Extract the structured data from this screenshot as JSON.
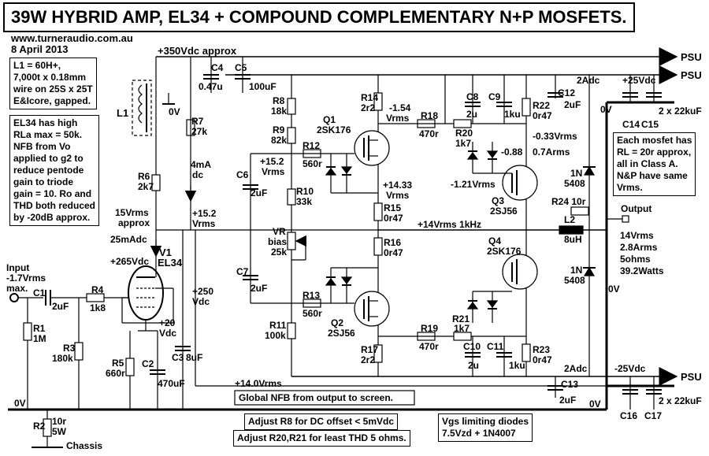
{
  "title": "39W HYBRID AMP, EL34 + COMPOUND COMPLEMENTARY N+P MOSFETS.",
  "website": "www.turneraudio.com.au",
  "date": "8 April 2013",
  "notes": {
    "l1_lines": [
      "L1 = 60H+,",
      "7,000t x  0.18mm",
      "wire on 25S x 25T",
      "E&Icore, gapped."
    ],
    "el34_lines": [
      "EL34 has high",
      "RLa max = 50k.",
      "NFB from Vo",
      "applied to g2 to",
      "reduce pentode",
      "gain to triode",
      "gain = 10. Ro and",
      "THD both reduced",
      "by -20dB approx."
    ],
    "mosfet_lines": [
      "Each mosfet has",
      "RL = 20r approx,",
      "all in Class A.",
      "N&P have same",
      "Vrms."
    ],
    "output_lines": [
      "14Vrms",
      "2.8Arms",
      "5ohms",
      "39.2Watts"
    ],
    "global_nfb": "Global NFB from  output to screen.",
    "adjust_r8": "Adjust R8 for DC offset < 5mVdc",
    "adjust_r20": "Adjust R20,R21 for least THD 5 ohms.",
    "vgs_lines": [
      "Vgs limiting diodes",
      "7.5Vzd + 1N4007"
    ]
  },
  "rails": {
    "hv": "+350Vdc approx",
    "pos": "+25Vdc",
    "neg": "-25Vdc",
    "psu": "PSU",
    "zero_v": "0V",
    "chassis": "Chassis",
    "current_top": "2Adc",
    "current_bot": "2Adc"
  },
  "input": {
    "label": "Input",
    "level": "-1.7Vrms",
    "max": "max."
  },
  "output": {
    "label": "Output"
  },
  "components": {
    "L1": "L1",
    "L1_zero": "0V",
    "C4": "C4",
    "C4_val": "0.47u",
    "C5": "C5",
    "C5_val": "100uF",
    "R7": "R7",
    "R7_val": "27k",
    "R6": "R6",
    "R6_val": "2k7",
    "R8": "R8",
    "R8_val": "18k",
    "R9": "R9",
    "R9_val": "82k",
    "R10": "R10",
    "R10_val": "33k",
    "R11": "R11",
    "R11_val": "100k",
    "R12": "R12",
    "R12_val": "560r",
    "R13": "R13",
    "R13_val": "560r",
    "R14": "R14",
    "R14_val": "2r2",
    "R15": "R15",
    "R15_val": "0r47",
    "R16": "R16",
    "R16_val": "0r47",
    "R17": "R17",
    "R17_val": "2r2",
    "R18": "R18",
    "R18_val": "470r",
    "R19": "R19",
    "R19_val": "470r",
    "R20": "R20",
    "R20_val": "1k7",
    "R21": "R21",
    "R21_val": "1k7",
    "R22": "R22",
    "R22_val": "0r47",
    "R23": "R23",
    "R23_val": "0r47",
    "R24": "R24 10r",
    "L2": "L2",
    "L2_val": "8uH",
    "C6": "C6",
    "C6_val": "2uF",
    "C7": "C7",
    "C7_val": "2uF",
    "C8": "C8",
    "C8_val": "2u",
    "C9": "C9",
    "C9_val": "1ku",
    "C10": "C10",
    "C10_val": "2u",
    "C11": "C11",
    "C11_val": "1ku",
    "C12": "C12",
    "C12_val": "2uF",
    "C13": "C13",
    "C13_val": "2uF",
    "C14": "C14",
    "C15": "C15",
    "C14_val": "2 x 22kuF",
    "C16": "C16",
    "C17": "C17",
    "C16_val": "2 x 22kuF",
    "VR": "VR",
    "VR_b": "bias",
    "VR_val": "25k",
    "Q1": "Q1",
    "Q1_val": "2SK176",
    "Q2": "Q2",
    "Q2_val": "2SJ56",
    "Q3": "Q3",
    "Q3_val": "2SJ56",
    "Q4": "Q4",
    "Q4_val": "2SK176",
    "D1a": "1N",
    "D1b": "5408",
    "D2a": "1N",
    "D2b": "5408",
    "V1": "V1",
    "V1_val": "EL34",
    "C1": "C1",
    "C1_val": "2uF",
    "R1": "R1",
    "R1_val": "1M",
    "R3": "R3",
    "R3_val": "180k",
    "R4": "R4",
    "R4_val": "1k8",
    "R5": "R5",
    "R5_val": "660r",
    "C2": "C2",
    "C2_val": "470uF",
    "C3": "C3",
    "C3_val": "8uF",
    "R2": "R2",
    "R2_val": "10r",
    "R2_w": "5W"
  },
  "readings": {
    "ma4": "4mA",
    "dc": "dc",
    "v15rms": "15Vrms",
    "approx": "approx",
    "ma25": "25mAdc",
    "v265": "+265Vdc",
    "v152a": "+15.2",
    "v152a_u": "Vrms",
    "v152b": "+15.2",
    "v152b_u": "Vrms",
    "v250": "+250",
    "v250_u": "Vdc",
    "v20": "+20",
    "v20_u": "Vdc",
    "v154": "-1.54",
    "v154_u": "Vrms",
    "v1433": "+14.33",
    "v1433_u": "Vrms",
    "v033": "-0.33Vrms",
    "v088": "-0.88",
    "a07": "0.7Arms",
    "v121": "-1.21Vrms",
    "v14k": "+14Vrms 1kHz",
    "v140": "+14.0Vrms"
  }
}
